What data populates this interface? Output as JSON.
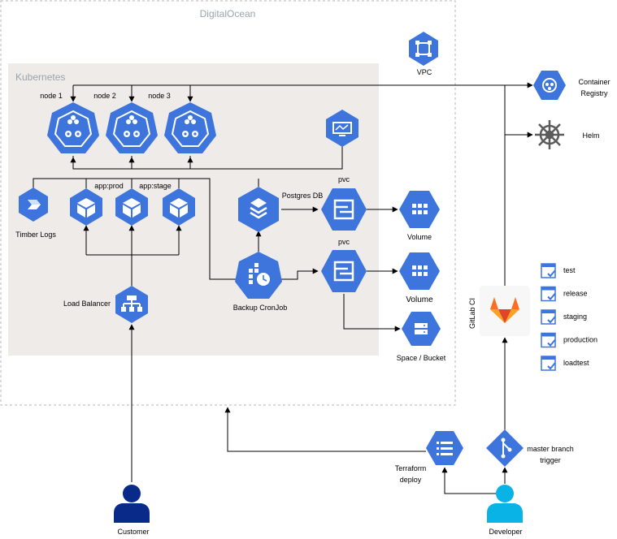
{
  "colors": {
    "accent": "#3d75dd",
    "accent_dark": "#2c5fc4",
    "cluster_bg": "#efebe9",
    "region_border": "#b5b5b5",
    "region_title": "#9aa3ad",
    "gitlab_orange": "#fc6d26",
    "helm_gray": "#5b5b5b",
    "person_navy": "#0a2a8a",
    "person_cyan": "#0ab3e6"
  },
  "diagram": {
    "region_title": "DigitalOcean",
    "cluster_title": "Kubernetes",
    "nodes": {
      "vpc": {
        "label": "VPC",
        "icon": "vpc-icon"
      },
      "container_registry": {
        "label_line1": "Container",
        "label_line2": "Registry",
        "icon": "container-registry-icon"
      },
      "helm": {
        "label": "Helm",
        "icon": "helm-wheel-icon"
      },
      "node1": {
        "label": "node 1",
        "icon": "kubernetes-node-icon"
      },
      "node2": {
        "label": "node 2",
        "icon": "kubernetes-node-icon"
      },
      "node3": {
        "label": "node 3",
        "icon": "kubernetes-node-icon"
      },
      "monitoring": {
        "icon": "monitoring-icon"
      },
      "timber_logs": {
        "label": "Timber Logs",
        "icon": "timber-logs-icon"
      },
      "pod_left": {
        "icon": "pod-cube-icon"
      },
      "app_prod": {
        "label": "app:prod",
        "icon": "pod-cube-icon"
      },
      "app_stage": {
        "label": "app:stage",
        "icon": "pod-cube-icon"
      },
      "postgres": {
        "label": "Postgres DB",
        "icon": "database-stack-icon"
      },
      "pvc1": {
        "label": "pvc",
        "icon": "pvc-icon"
      },
      "pvc2": {
        "label": "pvc",
        "icon": "pvc-icon"
      },
      "volume1": {
        "label": "Volume",
        "icon": "volume-grid-icon"
      },
      "volume2": {
        "label": "Volume",
        "icon": "volume-grid-icon"
      },
      "space_bucket": {
        "label": "Space / Bucket",
        "icon": "bucket-icon"
      },
      "backup_cronjob": {
        "label": "Backup CronJob",
        "icon": "cronjob-clock-icon"
      },
      "load_balancer": {
        "label": "Load Balancer",
        "icon": "load-balancer-icon"
      },
      "gitlab_ci": {
        "label": "GitLab CI",
        "icon": "gitlab-fox-icon"
      },
      "terraform": {
        "label_line1": "Terraform",
        "label_line2": "deploy",
        "icon": "terraform-list-icon"
      },
      "master_branch": {
        "label_line1": "master branch",
        "label_line2": "trigger",
        "icon": "git-branch-icon"
      },
      "customer": {
        "label": "Customer",
        "icon": "person-icon"
      },
      "developer": {
        "label": "Developer",
        "icon": "person-icon"
      }
    },
    "ci_stages": [
      "test",
      "release",
      "staging",
      "production",
      "loadtest"
    ]
  }
}
